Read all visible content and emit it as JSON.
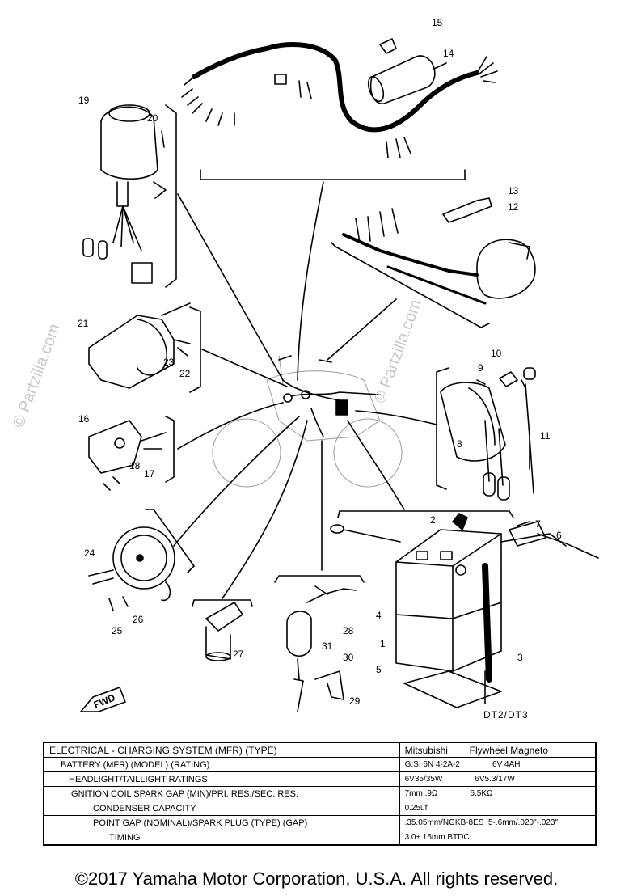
{
  "watermark": "© Partzilla.com",
  "callouts": [
    "1",
    "2",
    "3",
    "4",
    "5",
    "6",
    "7",
    "8",
    "9",
    "10",
    "11",
    "12",
    "13",
    "14",
    "15",
    "16",
    "17",
    "18",
    "19",
    "20",
    "21",
    "22",
    "23",
    "24",
    "25",
    "26",
    "27",
    "28",
    "29",
    "30",
    "31"
  ],
  "fwd_label": "FWD",
  "model_label": "DT2/DT3",
  "spec_table": {
    "header": {
      "label": "ELECTRICAL - CHARGING SYSTEM (MFR) (TYPE)",
      "value_a": "Mitsubishi",
      "value_b": "Flywheel Magneto"
    },
    "rows": [
      {
        "label": "BATTERY (MFR) (MODEL) (RATING)",
        "value_a": "G.S. 6N 4-2A-2",
        "value_b": "6V 4AH"
      },
      {
        "label": "HEADLIGHT/TAILLIGHT RATINGS",
        "value_a": "6V35/35W",
        "value_b": "6V5.3/17W"
      },
      {
        "label": "IGNITION COIL SPARK GAP (MIN)/PRI. RES./SEC. RES.",
        "value_a": "7mm .9Ω",
        "value_b": "6.5KΩ"
      },
      {
        "label": "CONDENSER CAPACITY",
        "value_a": "0.25uf",
        "value_b": ""
      },
      {
        "label": "POINT GAP (NOMINAL)/SPARK PLUG (TYPE) (GAP)",
        "value_a": ".35.05mm/NGKB-8ES .5-.6mm/.020\"-.023\"",
        "value_b": ""
      },
      {
        "label": "TIMING",
        "value_a": "3.0±.15mm BTDC",
        "value_b": ""
      }
    ]
  },
  "copyright": "©2017 Yamaha Motor Corporation, U.S.A. All rights reserved."
}
